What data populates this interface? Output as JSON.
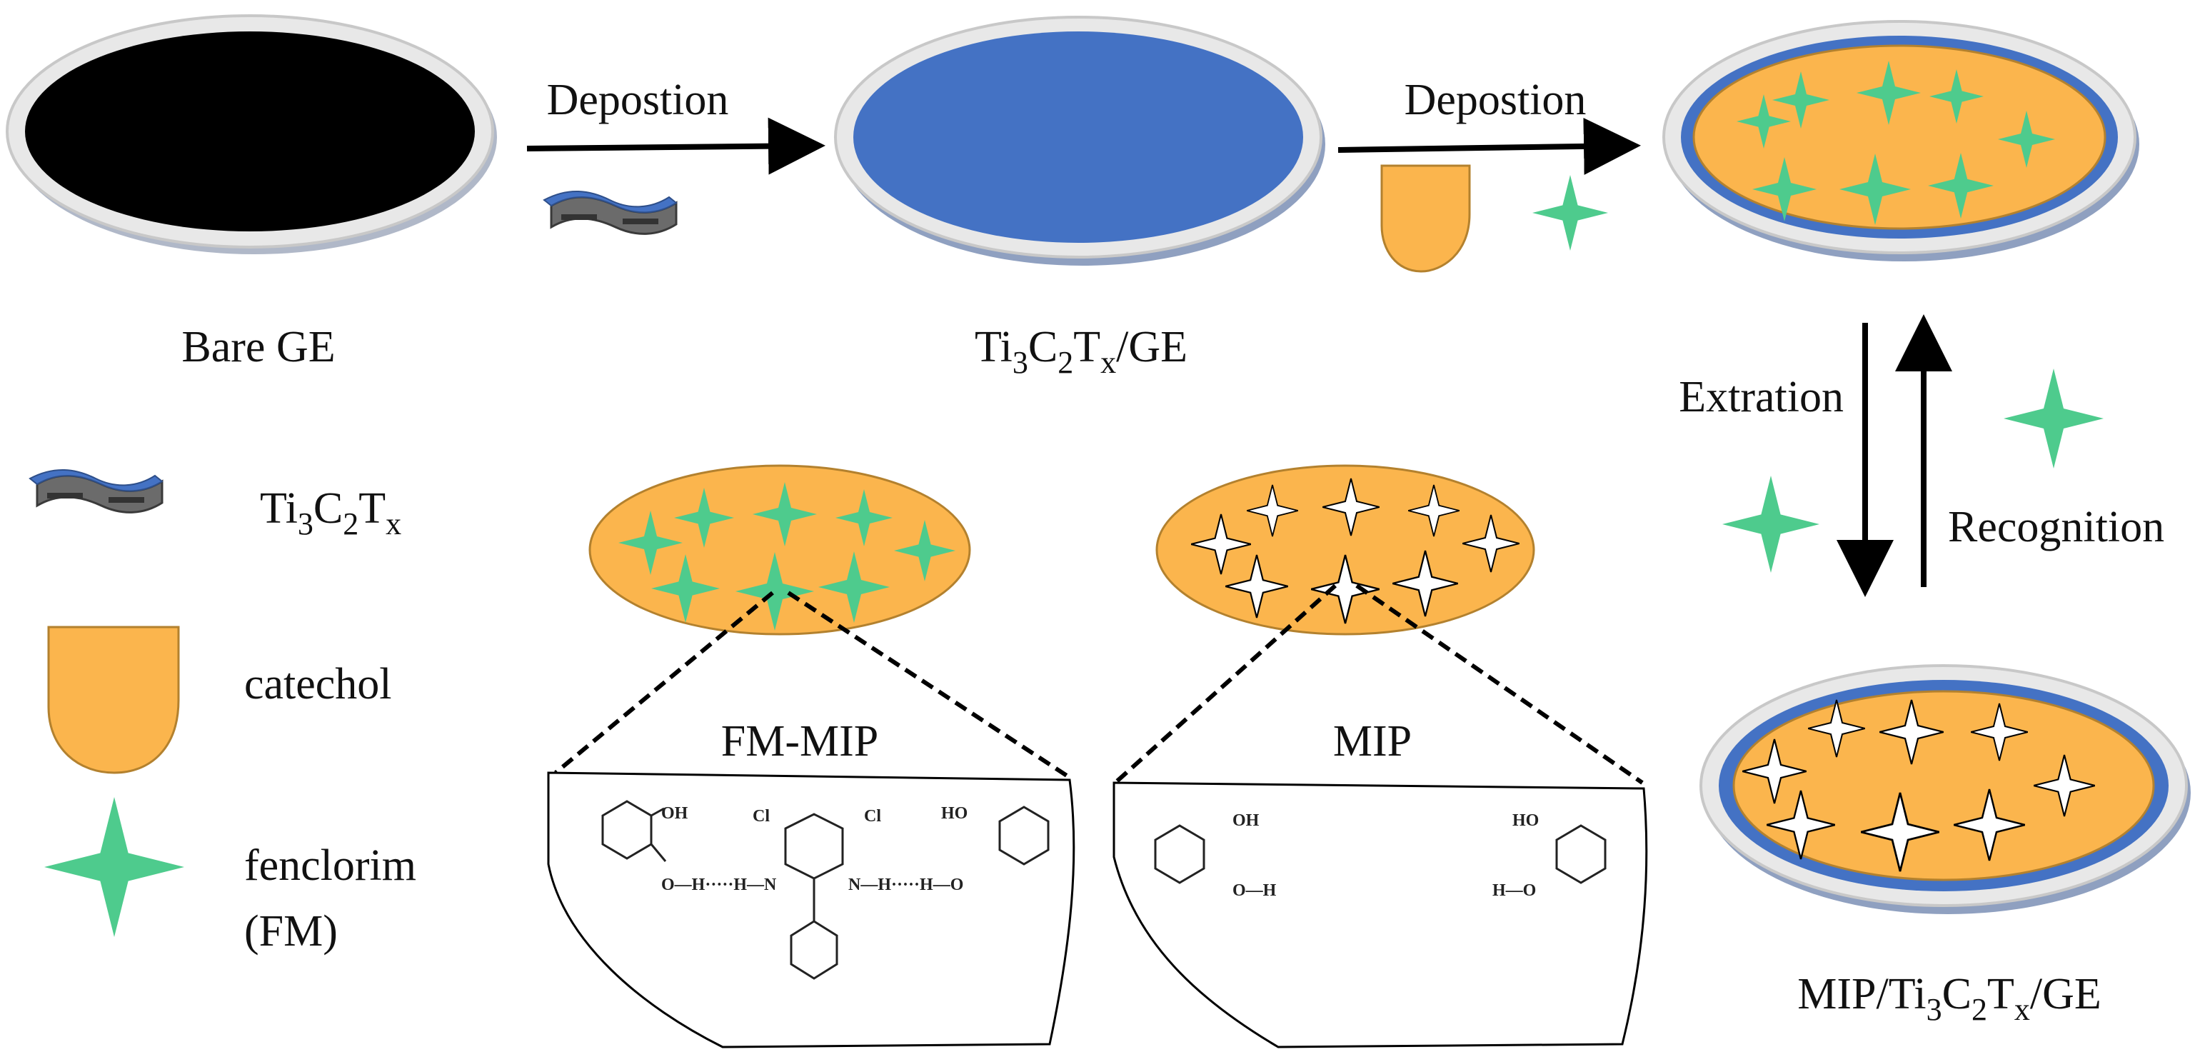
{
  "labels": {
    "step1_arrow": "Depostion",
    "step2_arrow": "Depostion",
    "bare_ge": "Bare GE",
    "ti3c2tx_ge": {
      "t1": "Ti",
      "s1": "3",
      "t2": "C",
      "s2": "2",
      "t3": "T",
      "s3": "x",
      "t4": "/GE"
    },
    "extraction": "Extration",
    "recognition": "Recognition",
    "mip_ti3c2tx_ge": {
      "t0": "MIP/Ti",
      "s1": "3",
      "t2": "C",
      "s2": "2",
      "t3": "T",
      "s3": "x",
      "t4": "/GE"
    },
    "fm_mip": "FM-MIP",
    "mip": "MIP"
  },
  "legend": {
    "ti3c2tx": {
      "t1": "Ti",
      "s1": "3",
      "t2": "C",
      "s2": "2",
      "t3": "T",
      "s3": "x"
    },
    "catechol": "catechol",
    "fenclorim_line1": "fenclorim",
    "fenclorim_line2": "(FM)"
  },
  "chem": {
    "oh": "OH",
    "ho": "HO",
    "cl": "Cl",
    "n": "N",
    "bond_left": "O—H·····H—N",
    "bond_right": "N—H·····H—O",
    "oh_right": "O—H",
    "ho_left": "H—O"
  },
  "colors": {
    "electrode_black": "#000000",
    "mxene_blue": "#4472C4",
    "catechol_orange": "#FBB54D",
    "fm_green": "#4ECB8D",
    "rim_gray": "#d9d9d9"
  }
}
